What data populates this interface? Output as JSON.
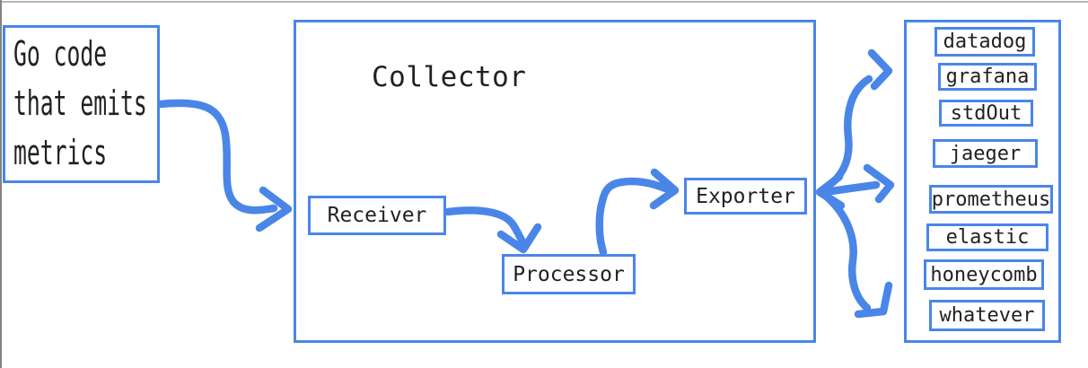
{
  "colors": {
    "accent": "#4a86e8",
    "ink": "#212121",
    "background": "#ffffff"
  },
  "source_box": {
    "lines": [
      "Go code",
      "that emits",
      "metrics"
    ]
  },
  "collector": {
    "title": "Collector",
    "stages": [
      {
        "label": "Receiver"
      },
      {
        "label": "Processor"
      },
      {
        "label": "Exporter"
      }
    ]
  },
  "destinations": {
    "items": [
      {
        "label": "datadog"
      },
      {
        "label": "grafana"
      },
      {
        "label": "stdOut"
      },
      {
        "label": "jaeger"
      },
      {
        "label": "prometheus"
      },
      {
        "label": "elastic"
      },
      {
        "label": "honeycomb"
      },
      {
        "label": "whatever"
      }
    ]
  },
  "connections": [
    {
      "from": "go-code",
      "to": "receiver"
    },
    {
      "from": "receiver",
      "to": "processor"
    },
    {
      "from": "processor",
      "to": "exporter"
    },
    {
      "from": "exporter",
      "to": "destinations-top-group"
    },
    {
      "from": "exporter",
      "to": "destinations-middle-group"
    },
    {
      "from": "exporter",
      "to": "destinations-bottom-group"
    }
  ]
}
